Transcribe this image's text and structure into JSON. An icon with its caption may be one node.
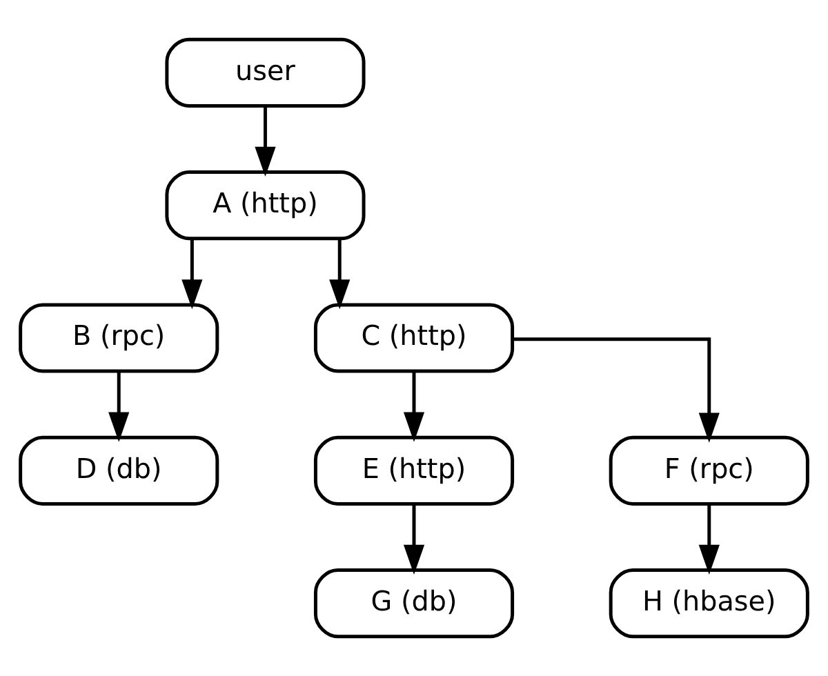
{
  "diagram": {
    "nodes": [
      {
        "text": [
          "user"
        ]
      },
      {
        "text": [
          "A (http)"
        ]
      },
      {
        "text": [
          "B (rpc)"
        ]
      },
      {
        "text": [
          "C (http)"
        ]
      },
      {
        "text": [
          "D (db)"
        ]
      },
      {
        "text": [
          "E (http)"
        ]
      },
      {
        "text": [
          "F (rpc)"
        ]
      },
      {
        "text": [
          "G (db)"
        ]
      },
      {
        "text": [
          "H (hbase)"
        ]
      }
    ],
    "edges": [
      {
        "from": 0,
        "to": 1,
        "arrow": "to"
      },
      {
        "from": 1,
        "to": 2,
        "arrow": "to"
      },
      {
        "from": 1,
        "to": 3,
        "arrow": "to"
      },
      {
        "from": 2,
        "to": 4,
        "arrow": "to"
      },
      {
        "from": 3,
        "to": 5,
        "arrow": "to"
      },
      {
        "from": 3,
        "to": 6,
        "arrow": "to"
      },
      {
        "from": 5,
        "to": 7,
        "arrow": "to"
      },
      {
        "from": 6,
        "to": 8,
        "arrow": "to"
      }
    ]
  }
}
